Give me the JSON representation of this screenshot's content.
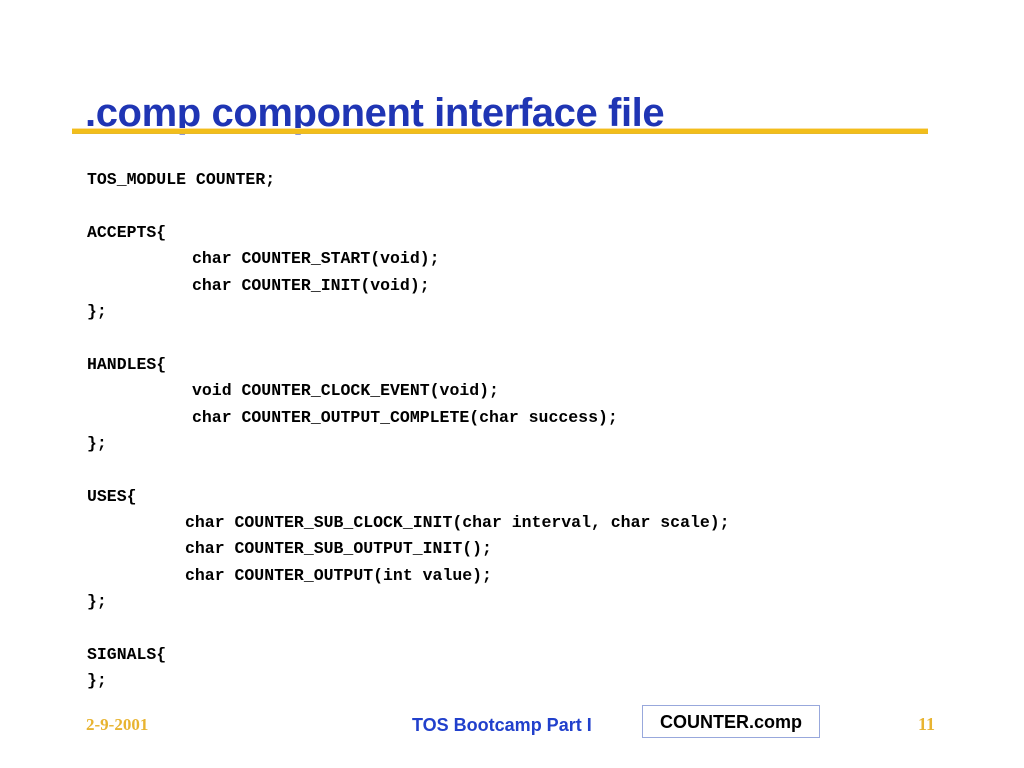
{
  "slide": {
    "title": ".comp component interface file",
    "title_color": "#1F35B4",
    "rule_color": "#F2BE1B",
    "background_color": "#FFFFFF"
  },
  "code": {
    "language": "tos-component-interface",
    "lines": [
      {
        "text": "TOS_MODULE COUNTER;",
        "indent": "none"
      },
      {
        "text": "",
        "indent": "none"
      },
      {
        "text": "ACCEPTS{",
        "indent": "none"
      },
      {
        "text": "char COUNTER_START(void);",
        "indent": "a"
      },
      {
        "text": "char COUNTER_INIT(void);",
        "indent": "a"
      },
      {
        "text": "};",
        "indent": "none"
      },
      {
        "text": "",
        "indent": "none"
      },
      {
        "text": "HANDLES{",
        "indent": "none"
      },
      {
        "text": "void COUNTER_CLOCK_EVENT(void);",
        "indent": "a"
      },
      {
        "text": "char COUNTER_OUTPUT_COMPLETE(char success);",
        "indent": "a"
      },
      {
        "text": "};",
        "indent": "none"
      },
      {
        "text": "",
        "indent": "none"
      },
      {
        "text": "USES{",
        "indent": "none"
      },
      {
        "text": "char COUNTER_SUB_CLOCK_INIT(char interval, char scale);",
        "indent": "b"
      },
      {
        "text": "char COUNTER_SUB_OUTPUT_INIT();",
        "indent": "b"
      },
      {
        "text": "char COUNTER_OUTPUT(int value);",
        "indent": "b"
      },
      {
        "text": "};",
        "indent": "none"
      },
      {
        "text": "",
        "indent": "none"
      },
      {
        "text": "SIGNALS{",
        "indent": "none"
      },
      {
        "text": "};",
        "indent": "none"
      }
    ]
  },
  "footer": {
    "date": "2-9-2001",
    "date_color": "#E8B431",
    "subtitle": "TOS Bootcamp Part I",
    "subtitle_color": "#2140CC",
    "filename_label": "COUNTER.comp",
    "page_number": "11",
    "page_number_color": "#E8B431"
  }
}
